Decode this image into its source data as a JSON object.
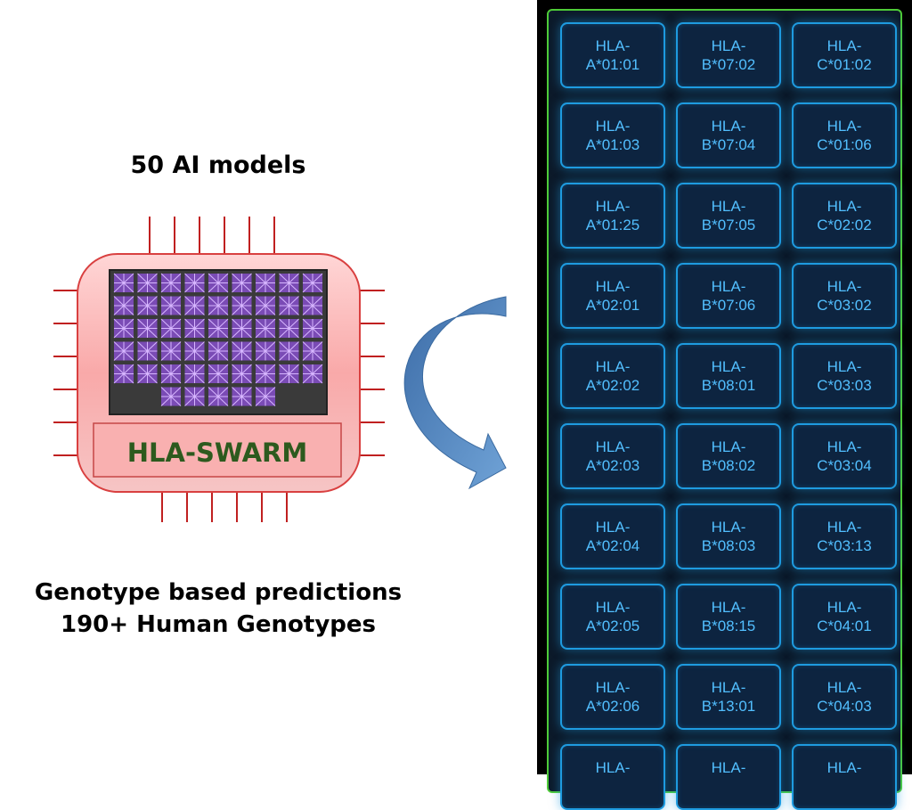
{
  "left": {
    "title": "50 AI models",
    "chip_label": "HLA-SWARM",
    "caption_line1": "Genotype based predictions",
    "caption_line2": "190+ Human Genotypes"
  },
  "colors": {
    "chip_fill": "#f9b4b4",
    "chip_border": "#d94040",
    "pin": "#c02020",
    "model_cell": "#8a4fc7",
    "label_text": "#2d5a1e",
    "arrow": "#4a7fb8",
    "panel_bg": "#000000",
    "frame_border": "#4ecb38",
    "cell_border": "#1e9be0",
    "cell_text": "#52bfff"
  },
  "alleles": [
    [
      "HLA-",
      "A*01:01"
    ],
    [
      "HLA-",
      "B*07:02"
    ],
    [
      "HLA-",
      "C*01:02"
    ],
    [
      "HLA-",
      "A*01:03"
    ],
    [
      "HLA-",
      "B*07:04"
    ],
    [
      "HLA-",
      "C*01:06"
    ],
    [
      "HLA-",
      "A*01:25"
    ],
    [
      "HLA-",
      "B*07:05"
    ],
    [
      "HLA-",
      "C*02:02"
    ],
    [
      "HLA-",
      "A*02:01"
    ],
    [
      "HLA-",
      "B*07:06"
    ],
    [
      "HLA-",
      "C*03:02"
    ],
    [
      "HLA-",
      "A*02:02"
    ],
    [
      "HLA-",
      "B*08:01"
    ],
    [
      "HLA-",
      "C*03:03"
    ],
    [
      "HLA-",
      "A*02:03"
    ],
    [
      "HLA-",
      "B*08:02"
    ],
    [
      "HLA-",
      "C*03:04"
    ],
    [
      "HLA-",
      "A*02:04"
    ],
    [
      "HLA-",
      "B*08:03"
    ],
    [
      "HLA-",
      "C*03:13"
    ],
    [
      "HLA-",
      "A*02:05"
    ],
    [
      "HLA-",
      "B*08:15"
    ],
    [
      "HLA-",
      "C*04:01"
    ],
    [
      "HLA-",
      "A*02:06"
    ],
    [
      "HLA-",
      "B*13:01"
    ],
    [
      "HLA-",
      "C*04:03"
    ],
    [
      "HLA-",
      ""
    ],
    [
      "HLA-",
      ""
    ],
    [
      "HLA-",
      ""
    ]
  ],
  "model_count": 50
}
